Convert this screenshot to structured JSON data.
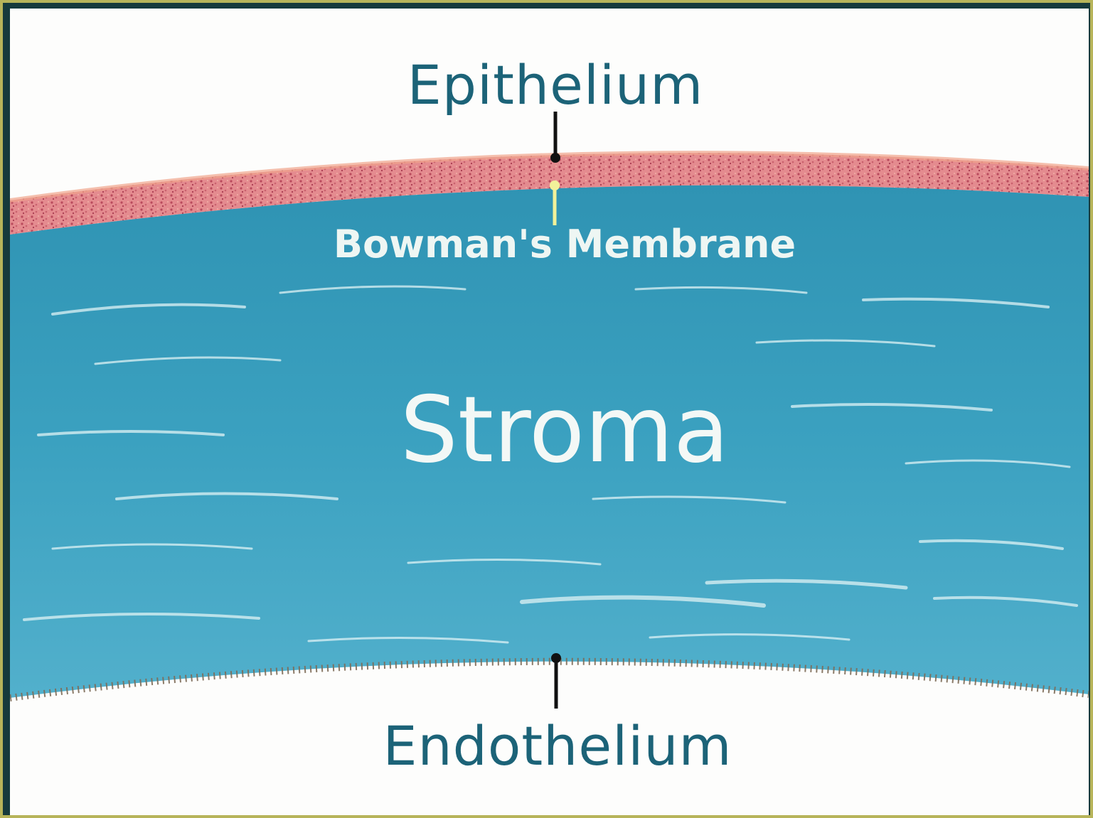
{
  "labels": {
    "epithelium": "Epithelium",
    "bowmans_membrane": "Bowman's Membrane",
    "stroma": "Stroma",
    "endothelium": "Endothelium"
  },
  "colors": {
    "background_border": "#163a3c",
    "frame_accent": "#b7b45a",
    "panel": "#fdfdfc",
    "epithelium_layer": "#e48b8f",
    "stroma_layer": "#3ba1c0",
    "label_text": "#1c6378",
    "inner_label_text": "#eef6f3",
    "bowman_pointer": "#f2f29a"
  }
}
